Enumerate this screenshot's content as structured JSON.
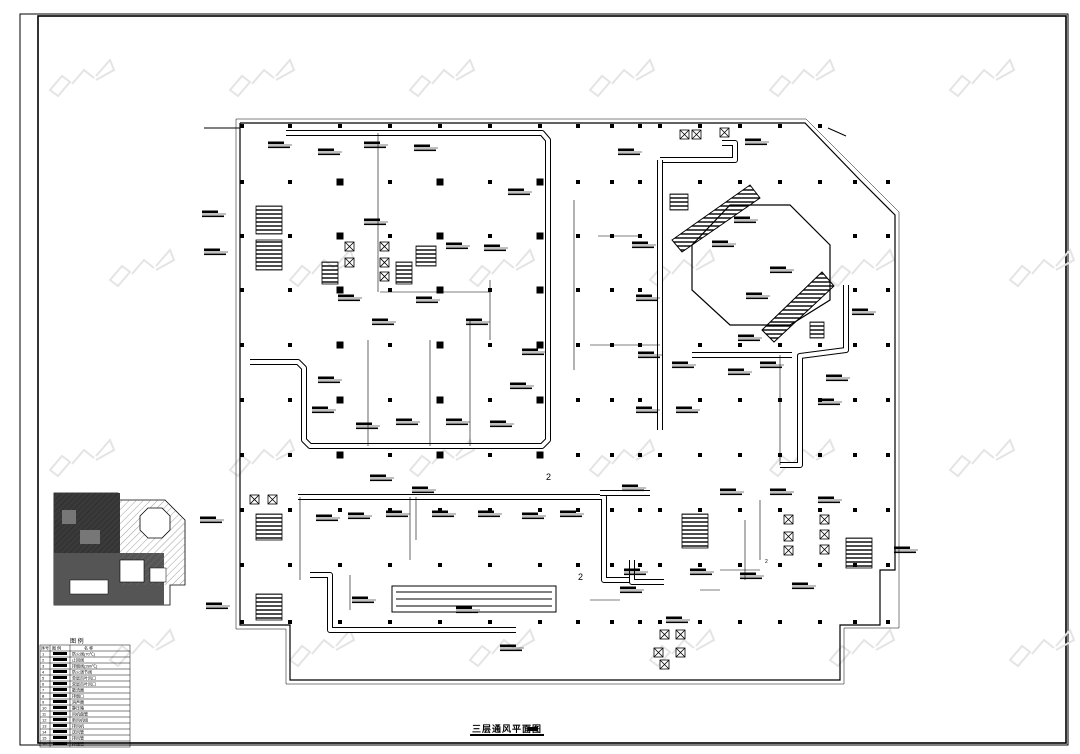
{
  "drawing": {
    "title": "三层通风平面图",
    "legend_heading": "图 例",
    "legend_header": [
      "序号",
      "图 例",
      "名 称"
    ],
    "legend_rows": [
      [
        "1",
        "",
        "防火阀(70℃)"
      ],
      [
        "2",
        "",
        "止回阀"
      ],
      [
        "3",
        "",
        "排烟阀(280℃)"
      ],
      [
        "4",
        "",
        "防火调节阀"
      ],
      [
        "5",
        "",
        "单层百叶风口"
      ],
      [
        "6",
        "",
        "双层百叶风口"
      ],
      [
        "7",
        "",
        "散流器"
      ],
      [
        "8",
        "",
        "排烟口"
      ],
      [
        "9",
        "",
        "消声器"
      ],
      [
        "10",
        "",
        "静压箱"
      ],
      [
        "11",
        "",
        "风机盘管"
      ],
      [
        "12",
        "",
        "新风机组"
      ],
      [
        "13",
        "",
        "排风机"
      ],
      [
        "14",
        "",
        "送风管"
      ],
      [
        "15",
        "",
        "排风管"
      ],
      [
        "16",
        "",
        "排烟管"
      ]
    ],
    "markers": [
      "2",
      "2",
      "2"
    ]
  },
  "colors": {
    "ink": "#000000",
    "paper": "#ffffff",
    "keyplan_dark": "#3a3a3a",
    "keyplan_mid": "#8a8a8a",
    "watermark": "#e6e6e6"
  }
}
